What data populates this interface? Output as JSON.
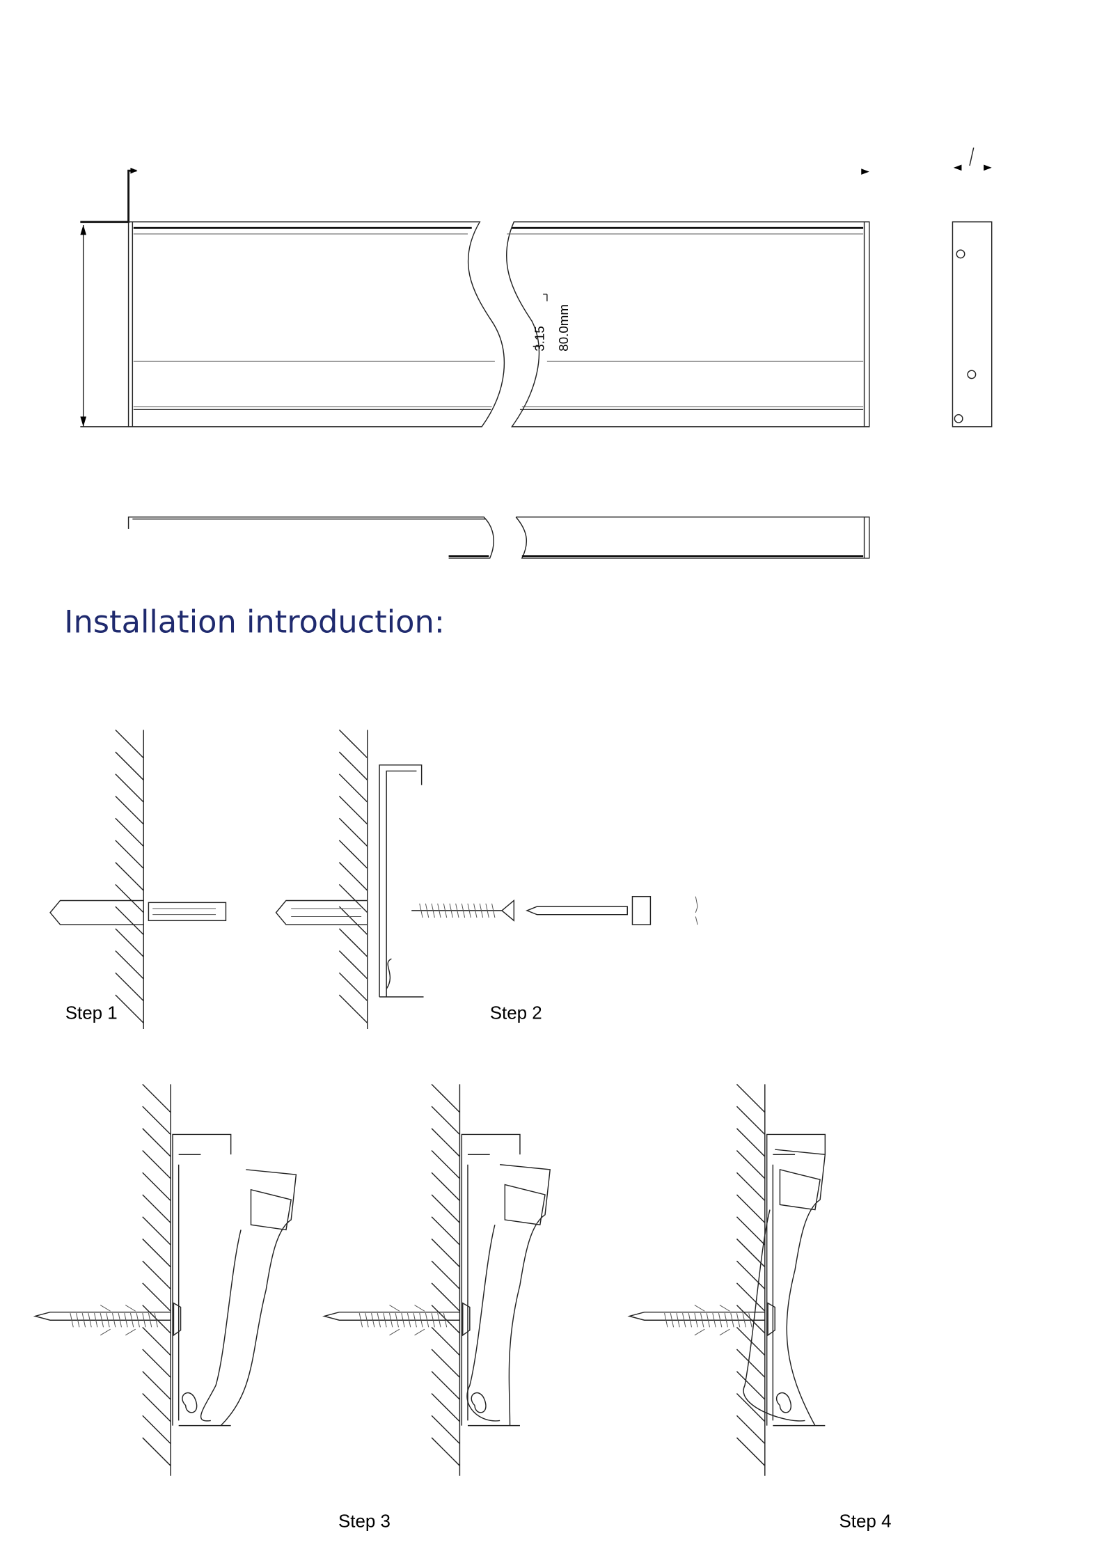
{
  "drawing": {
    "dimension_thickness": "3.15",
    "dimension_height": "80.0mm"
  },
  "section_title": "Installation introduction:",
  "steps": [
    {
      "label": "Step 1"
    },
    {
      "label": "Step 2"
    },
    {
      "label": "Step 3"
    },
    {
      "label": "Step 4"
    }
  ],
  "colors": {
    "title": "#1f2a6e",
    "line": "#222222"
  }
}
